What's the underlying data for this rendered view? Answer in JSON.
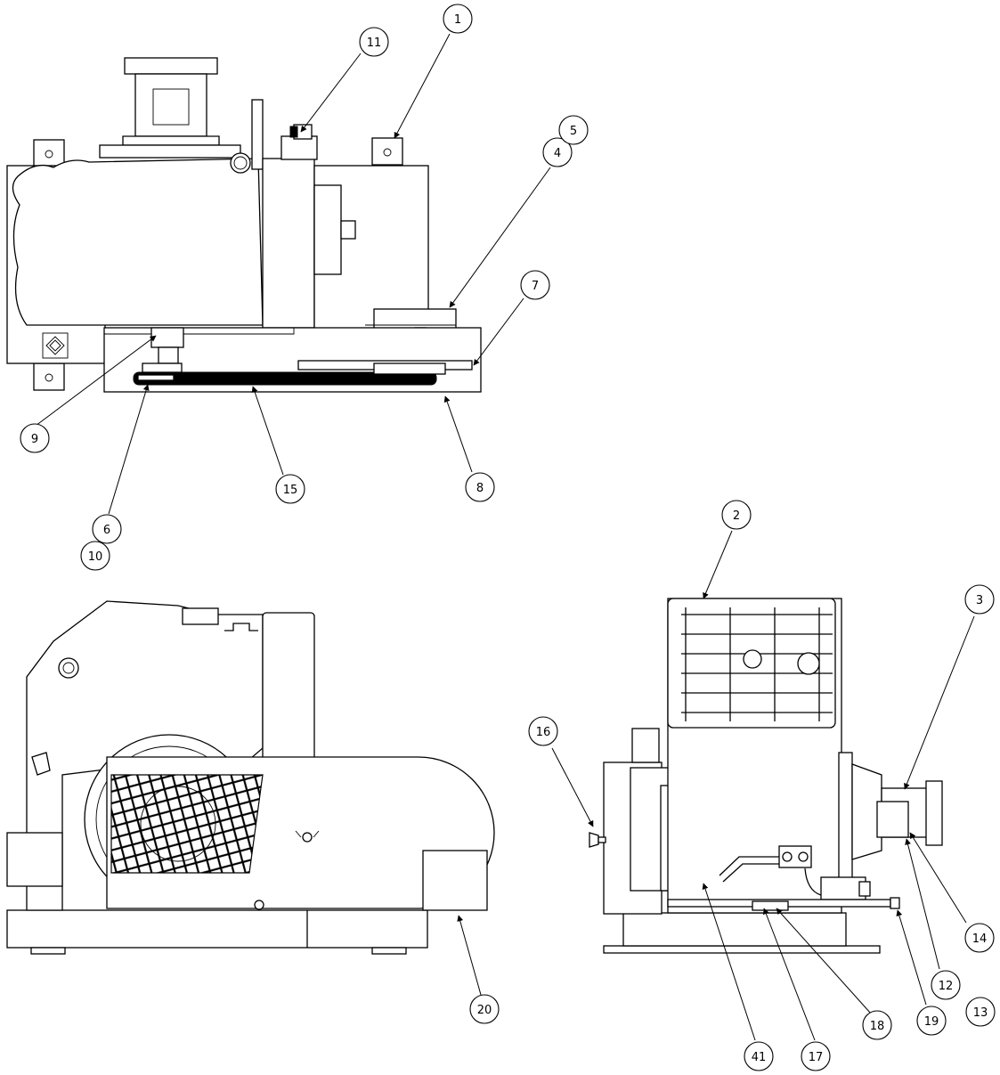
{
  "callouts": [
    {
      "id": "c1",
      "label": "1"
    },
    {
      "id": "c2",
      "label": "2"
    },
    {
      "id": "c3",
      "label": "3"
    },
    {
      "id": "c4",
      "label": "4"
    },
    {
      "id": "c5",
      "label": "5"
    },
    {
      "id": "c6",
      "label": "6"
    },
    {
      "id": "c7",
      "label": "7"
    },
    {
      "id": "c8",
      "label": "8"
    },
    {
      "id": "c9",
      "label": "9"
    },
    {
      "id": "c10",
      "label": "10"
    },
    {
      "id": "c11",
      "label": "11"
    },
    {
      "id": "c12",
      "label": "12"
    },
    {
      "id": "c13",
      "label": "13"
    },
    {
      "id": "c14",
      "label": "14"
    },
    {
      "id": "c15",
      "label": "15"
    },
    {
      "id": "c16",
      "label": "16"
    },
    {
      "id": "c17",
      "label": "17"
    },
    {
      "id": "c18",
      "label": "18"
    },
    {
      "id": "c19",
      "label": "19"
    },
    {
      "id": "c20",
      "label": "20"
    },
    {
      "id": "c41",
      "label": "41"
    }
  ]
}
